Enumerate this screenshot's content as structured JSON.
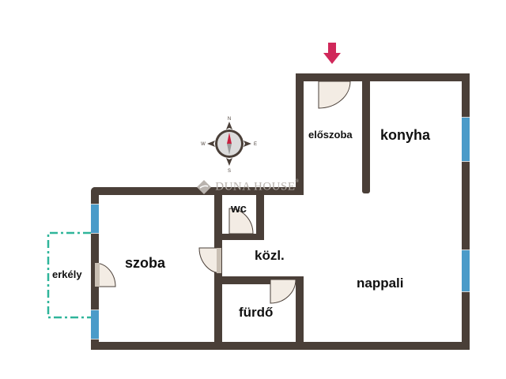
{
  "floorplan": {
    "rooms": [
      {
        "id": "eloszoba",
        "label": "előszoba"
      },
      {
        "id": "konyha",
        "label": "konyha"
      },
      {
        "id": "wc",
        "label": "wc"
      },
      {
        "id": "kozl",
        "label": "közl."
      },
      {
        "id": "szoba",
        "label": "szoba"
      },
      {
        "id": "erkely",
        "label": "erkély"
      },
      {
        "id": "furdo",
        "label": "fürdő"
      },
      {
        "id": "nappali",
        "label": "nappali"
      }
    ],
    "compass": {
      "n": "N",
      "s": "S",
      "e": "E",
      "w": "W"
    },
    "watermark": {
      "brand": "DUNA HOUSE",
      "mark": "®"
    },
    "entrance_marker": "entrance-arrow",
    "colors": {
      "wall": "#4a3f38",
      "window": "#4a9bc9",
      "balcony_outline": "#2fb59a",
      "entrance_arrow": "#d0285a",
      "door_fill": "#f3ece4"
    }
  }
}
